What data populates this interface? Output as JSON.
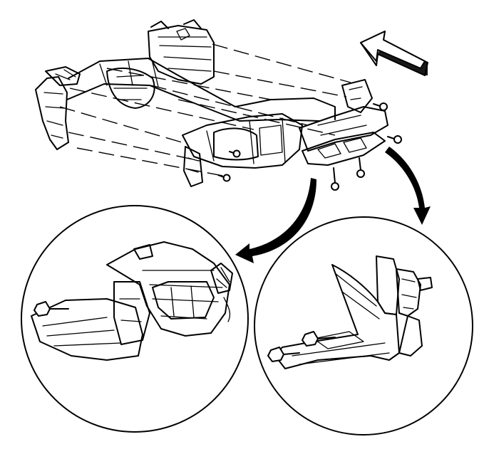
{
  "diagram": {
    "colors": {
      "line": "#000000",
      "background": "#ffffff"
    },
    "views": [
      {
        "id": "main-assembly"
      },
      {
        "id": "detail-left"
      },
      {
        "id": "detail-right"
      }
    ],
    "arrows": [
      "forward-direction-arrow",
      "callout-arrow-left",
      "callout-arrow-right"
    ]
  }
}
